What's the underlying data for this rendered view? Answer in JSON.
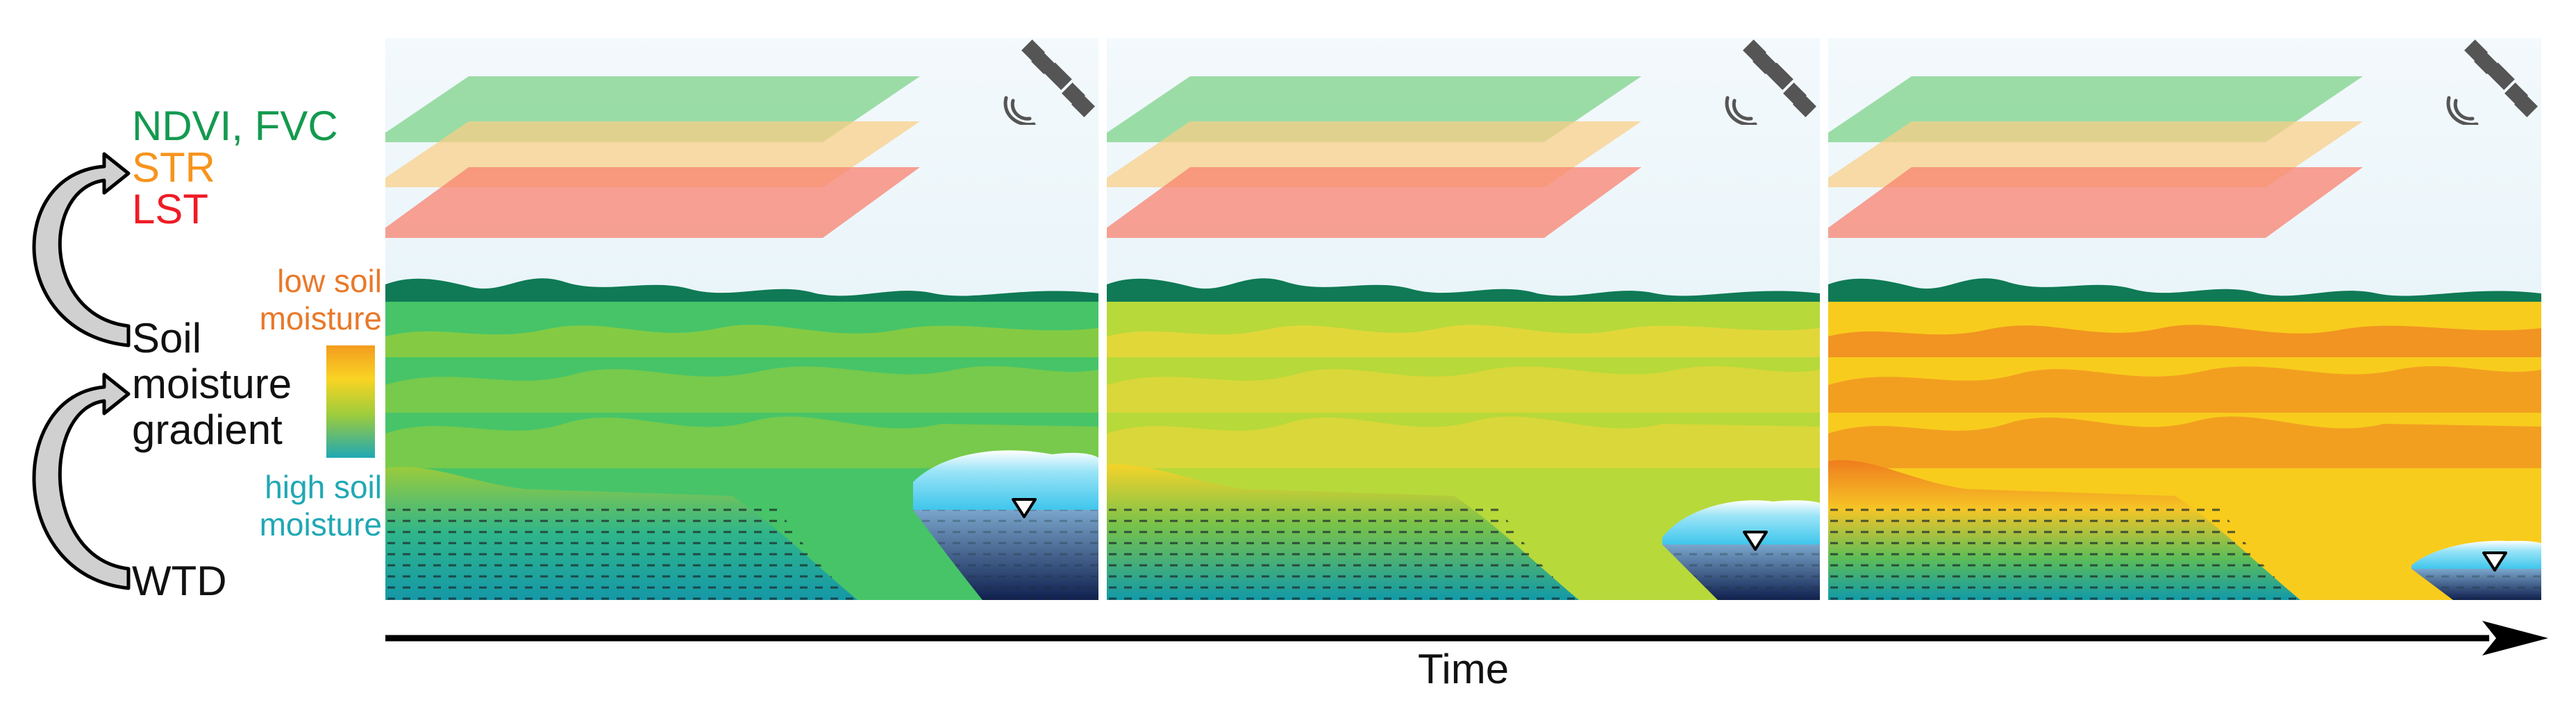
{
  "left_labels": {
    "ndvi_fvc": "NDVI, FVC",
    "str": "STR",
    "lst": "LST",
    "soil_moisture_gradient": [
      "Soil",
      "moisture",
      "gradient"
    ],
    "wtd": "WTD"
  },
  "legend": {
    "low": [
      "low soil",
      "moisture"
    ],
    "high": [
      "high soil",
      "moisture"
    ]
  },
  "colors": {
    "ndvi_fvc": "#139a4f",
    "str": "#f7941d",
    "lst": "#ee1c25",
    "legend_low": "#e8792a",
    "legend_high": "#20a8b4",
    "sky": "#e8f4f8",
    "ridge_dark": "#0d7a55",
    "water": "#6fd3ee",
    "groundwater": "#1b2f6e"
  },
  "panels": [
    {
      "stage": "wet",
      "surface_top": "#46c469",
      "surface_bottom": "#7cc63a",
      "hill_light": "#b8d94a",
      "water_level": 0.85
    },
    {
      "stage": "intermediate",
      "surface_top": "#c2dc2a",
      "surface_bottom": "#b6d63a",
      "hill_light": "#f1df3a",
      "water_level": 0.5
    },
    {
      "stage": "dry",
      "surface_top": "#f7c21d",
      "surface_bottom": "#f9d21c",
      "hill_light": "#ef7d1e",
      "water_level": 0.2
    }
  ],
  "icons": {
    "satellite": "satellite-icon",
    "water_table": "water-table-triangle-icon"
  },
  "time_axis": {
    "label": "Time"
  }
}
